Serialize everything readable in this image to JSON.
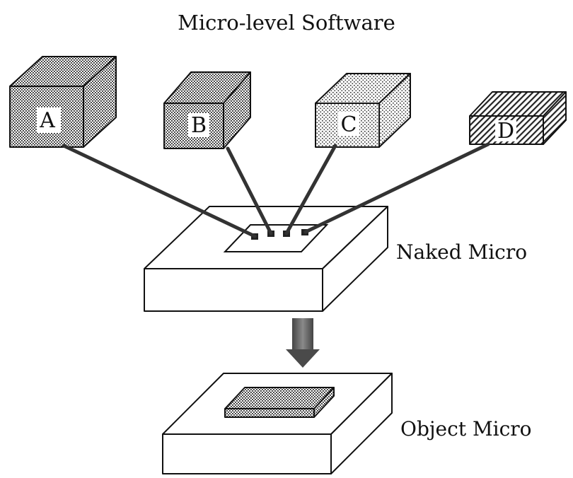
{
  "title": "Micro-level Software",
  "modules": [
    {
      "label": "A",
      "pattern": "dense-dots"
    },
    {
      "label": "B",
      "pattern": "dense-dots"
    },
    {
      "label": "C",
      "pattern": "light-dots"
    },
    {
      "label": "D",
      "pattern": "diagonal-hatch"
    }
  ],
  "naked_micro": {
    "label": "Naked Micro"
  },
  "object_micro": {
    "label": "Object Micro"
  },
  "colors": {
    "ink": "#111111",
    "arrow": "#6a6a6a",
    "background": "#ffffff"
  }
}
